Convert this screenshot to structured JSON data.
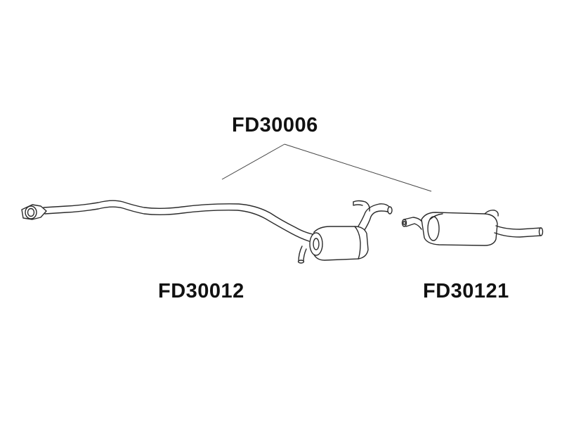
{
  "labels": {
    "set": "FD30006",
    "front_pipe": "FD30012",
    "rear_silencer": "FD30121"
  },
  "colors": {
    "line": "#2b2b2b",
    "text": "#111111",
    "background": "#ffffff"
  }
}
